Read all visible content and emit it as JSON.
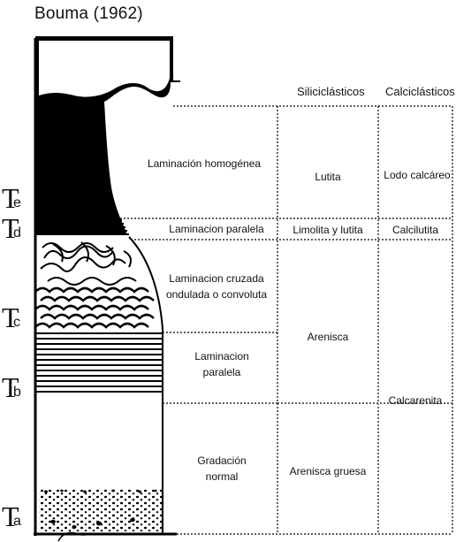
{
  "title": "Bouma (1962)",
  "columns": {
    "siliciclastic": "Siliciclásticos",
    "calciclastic": "Calciclásticos"
  },
  "divisions": {
    "te": {
      "letter": "T",
      "sub": "e",
      "structure": "Laminación homogénea",
      "siliciclastic": "Lutita",
      "calciclastic": "Lodo calcáreo"
    },
    "td": {
      "letter": "T",
      "sub": "d",
      "structure": "Laminacion paralela",
      "siliciclastic": "Limolita y lutita",
      "calciclastic": "Calcilutita"
    },
    "tc": {
      "letter": "T",
      "sub": "c",
      "structure_1": "Laminacion cruzada",
      "structure_2": "ondulada o convoluta"
    },
    "tb": {
      "letter": "T",
      "sub": "b",
      "structure_1": "Laminacion",
      "structure_2": "paralela"
    },
    "ta": {
      "letter": "T",
      "sub": "a",
      "structure_1": "Gradación",
      "structure_2": "normal",
      "siliciclastic": "Arenisca gruesa"
    },
    "tbc": {
      "siliciclastic": "Arenisca"
    },
    "tabc": {
      "calciclastic": "Calcarenita"
    }
  },
  "colors": {
    "ink": "#000000",
    "background": "#ffffff"
  }
}
